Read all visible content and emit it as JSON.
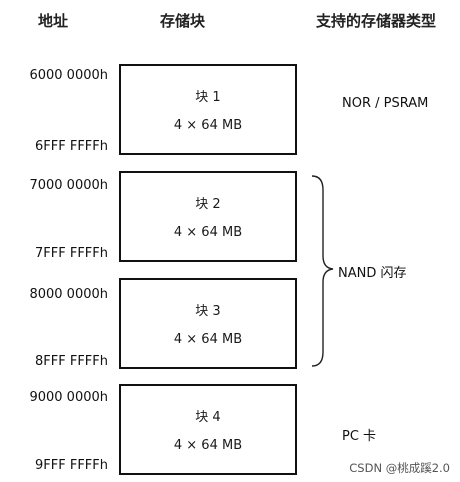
{
  "headers": {
    "address": "地址",
    "block": "存储块",
    "memory_type": "支持的存储器类型"
  },
  "blocks": [
    {
      "name": "块 1",
      "size": "4 × 64 MB",
      "start": "6000 0000h",
      "end": "6FFF FFFFh"
    },
    {
      "name": "块 2",
      "size": "4 × 64 MB",
      "start": "7000 0000h",
      "end": "7FFF FFFFh"
    },
    {
      "name": "块 3",
      "size": "4 × 64 MB",
      "start": "8000 0000h",
      "end": "8FFF FFFFh"
    },
    {
      "name": "块 4",
      "size": "4 × 64 MB",
      "start": "9000 0000h",
      "end": "9FFF FFFFh"
    }
  ],
  "memory_types": {
    "nor_psram": "NOR / PSRAM",
    "nand": "NAND 闪存",
    "pc_card": "PC 卡"
  },
  "watermark": "CSDN @桃成蹊2.0"
}
